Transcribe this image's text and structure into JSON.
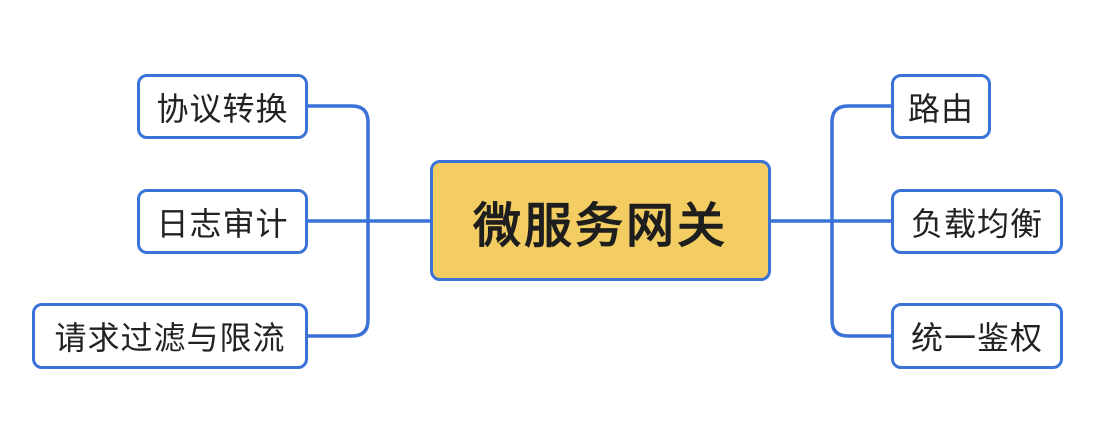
{
  "diagram": {
    "type": "mind-map",
    "center": {
      "label": "微服务网关",
      "fill": "#f3cd62",
      "border": "#3a72d8"
    },
    "left_branches": [
      {
        "label": "协议转换"
      },
      {
        "label": "日志审计"
      },
      {
        "label": "请求过滤与限流"
      }
    ],
    "right_branches": [
      {
        "label": "路由"
      },
      {
        "label": "负载均衡"
      },
      {
        "label": "统一鉴权"
      }
    ],
    "colors": {
      "line": "#3a72d8",
      "node_fill": "#ffffff",
      "text": "#222222"
    }
  }
}
